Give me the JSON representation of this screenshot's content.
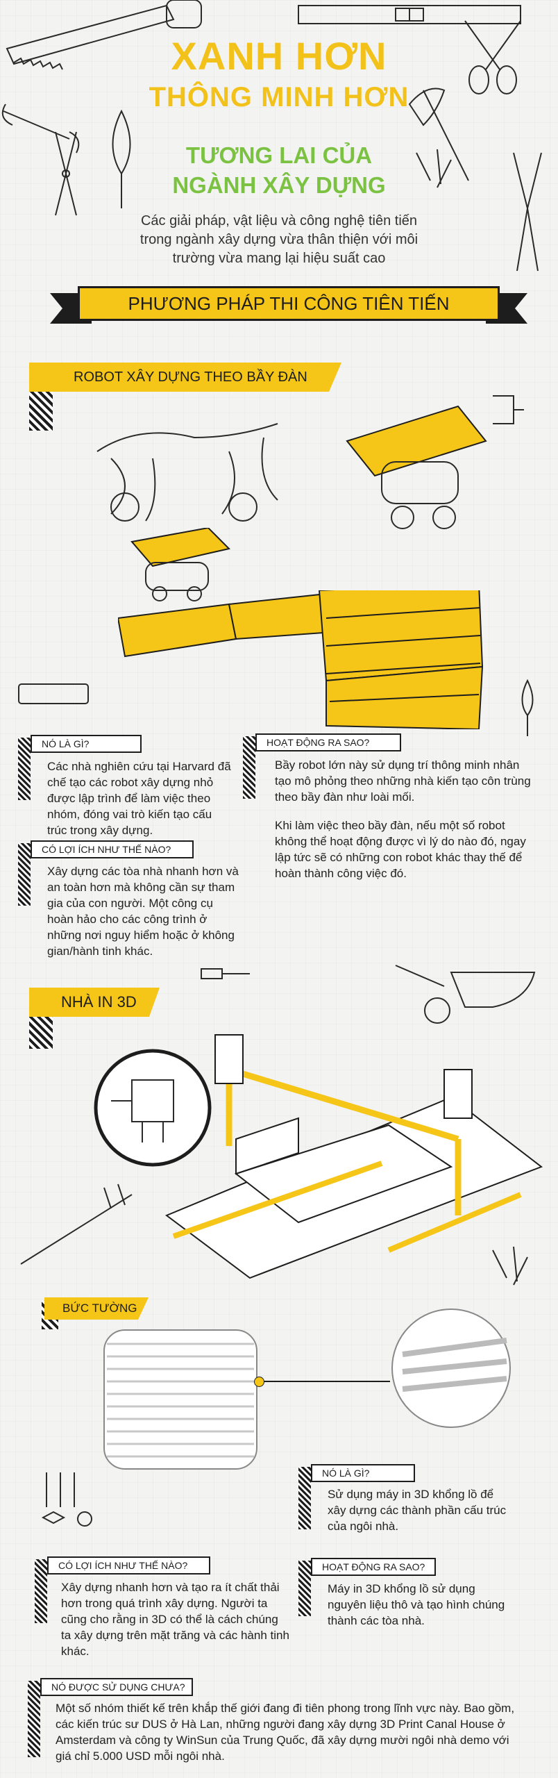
{
  "hero": {
    "line1": "XANH HƠN",
    "line2": "THÔNG MINH HƠN",
    "sub1": "TƯƠNG LAI CỦA",
    "sub2": "NGÀNH XÂY DỰNG",
    "intro": "Các giải pháp, vật liệu và công nghệ tiên tiến trong ngành xây dựng vừa thân thiện với môi trường vừa mang lại hiệu suất cao"
  },
  "main_banner": "PHƯƠNG PHÁP THI CÔNG TIÊN TIẾN",
  "robot": {
    "banner": "ROBOT XÂY DỰNG THEO BẦY ĐÀN",
    "what_label": "NÓ LÀ GÌ?",
    "what_text": "Các nhà nghiên cứu tại Harvard đã chế tạo các robot xây dựng nhỏ được lập trình để làm việc theo nhóm, đóng vai trò kiến tạo cấu trúc trong xây dựng.",
    "how_label": "HOẠT ĐỘNG RA SAO?",
    "how_text1": "Bầy robot lớn này sử dụng trí thông minh nhân tạo mô phỏng theo những nhà kiến tạo côn trùng theo bầy đàn như loài mối.",
    "how_text2": "Khi làm việc theo bầy đàn, nếu một số robot không thể hoạt động được vì lý do nào đó, ngay lập tức sẽ có những con robot khác thay thế để hoàn thành công việc đó.",
    "benefit_label": "CÓ LỢI ÍCH NHƯ THẾ NÀO?",
    "benefit_text": "Xây dựng các tòa nhà nhanh hơn và an toàn hơn mà không cần sự tham gia của con người. Một công cụ hoàn hảo cho các công trình ở những nơi nguy hiểm hoặc ở không gian/hành tinh khác."
  },
  "printer": {
    "banner": "NHÀ IN 3D",
    "wall_label": "BỨC TƯỜNG",
    "what_label": "NÓ LÀ GÌ?",
    "what_text": "Sử dụng máy in 3D khổng lồ để xây dựng các thành phần cấu trúc của ngôi nhà.",
    "benefit_label": "CÓ LỢI ÍCH NHƯ THẾ NÀO?",
    "benefit_text": "Xây dựng nhanh hơn và tạo ra ít chất thải hơn trong quá trình xây dựng. Người ta cũng cho rằng in 3D có thể là cách chúng ta xây dựng trên mặt trăng và các hành tinh khác.",
    "how_label": "HOẠT ĐỘNG RA SAO?",
    "how_text": "Máy in 3D khổng lồ sử dụng nguyên liệu thô và tạo hình chúng thành các tòa nhà.",
    "used_label": "NÓ ĐƯỢC SỬ DỤNG CHƯA?",
    "used_text": "Một số nhóm thiết kế trên khắp thế giới đang đi tiên phong trong lĩnh vực này. Bao gồm, các kiến trúc sư DUS ở Hà Lan, những người đang xây dựng 3D Print Canal House ở Amsterdam và công ty WinSun của Trung Quốc, đã xây dựng mười ngôi nhà demo với giá chỉ 5.000 USD mỗi ngôi nhà."
  },
  "colors": {
    "accent": "#f5c518",
    "green": "#7cc242",
    "ink": "#1d1d1d"
  }
}
